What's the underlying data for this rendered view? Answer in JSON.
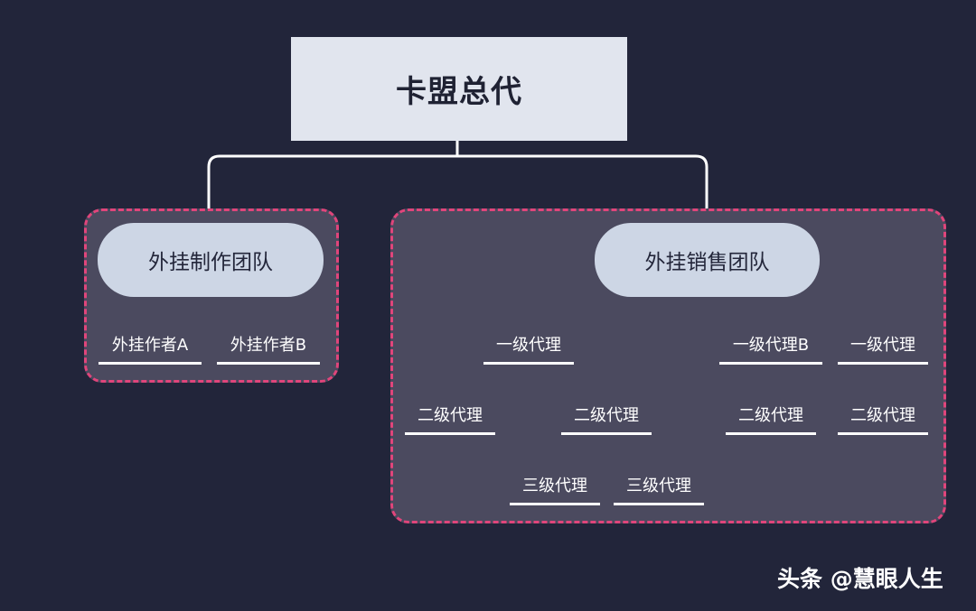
{
  "title": "卡盟总代",
  "teams": {
    "dev": {
      "name": "外挂制作团队",
      "members": [
        "外挂作者A",
        "外挂作者B"
      ]
    },
    "sales": {
      "name": "外挂销售团队",
      "level1": [
        "一级代理",
        "一级代理B",
        "一级代理"
      ],
      "level2": [
        "二级代理",
        "二级代理",
        "二级代理",
        "二级代理"
      ],
      "level3": [
        "三级代理",
        "三级代理"
      ]
    }
  },
  "watermark": "头条 @慧眼人生",
  "colors": {
    "background": "#22253a",
    "top_box": "#e1e5ee",
    "pill": "#cdd6e5",
    "group_fill": "#4b4a5f",
    "dashed_border": "#e0457b",
    "connector": "#ffffff"
  }
}
